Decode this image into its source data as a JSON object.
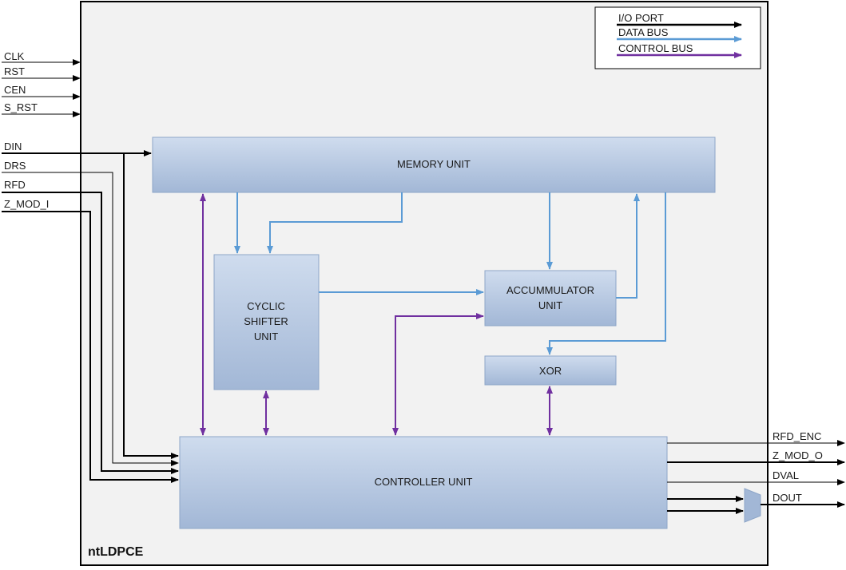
{
  "title": "ntLDPCE",
  "legend": {
    "items": [
      {
        "label": "I/O PORT",
        "color": "#000000"
      },
      {
        "label": "DATA BUS",
        "color": "#5b9bd5"
      },
      {
        "label": "CONTROL BUS",
        "color": "#7030a0"
      }
    ]
  },
  "blocks": {
    "memory": "MEMORY UNIT",
    "cyclic": [
      "CYCLIC",
      "SHIFTER",
      "UNIT"
    ],
    "accum": [
      "ACCUMMULATOR",
      "UNIT"
    ],
    "xor": "XOR",
    "controller": "CONTROLLER UNIT"
  },
  "inputs": {
    "clk": "CLK",
    "rst": "RST",
    "cen": "CEN",
    "s_rst": "S_RST",
    "din": "DIN",
    "drs": "DRS",
    "rfd": "RFD",
    "z_mod_i": "Z_MOD_I"
  },
  "outputs": {
    "rfd_enc": "RFD_ENC",
    "z_mod_o": "Z_MOD_O",
    "dval": "DVAL",
    "dout": "DOUT"
  },
  "colors": {
    "io": "#000000",
    "data": "#5b9bd5",
    "control": "#7030a0",
    "block_top": "#c9d7ea",
    "block_bottom": "#9fb5d4",
    "frame_bg": "#f2f2f2"
  }
}
